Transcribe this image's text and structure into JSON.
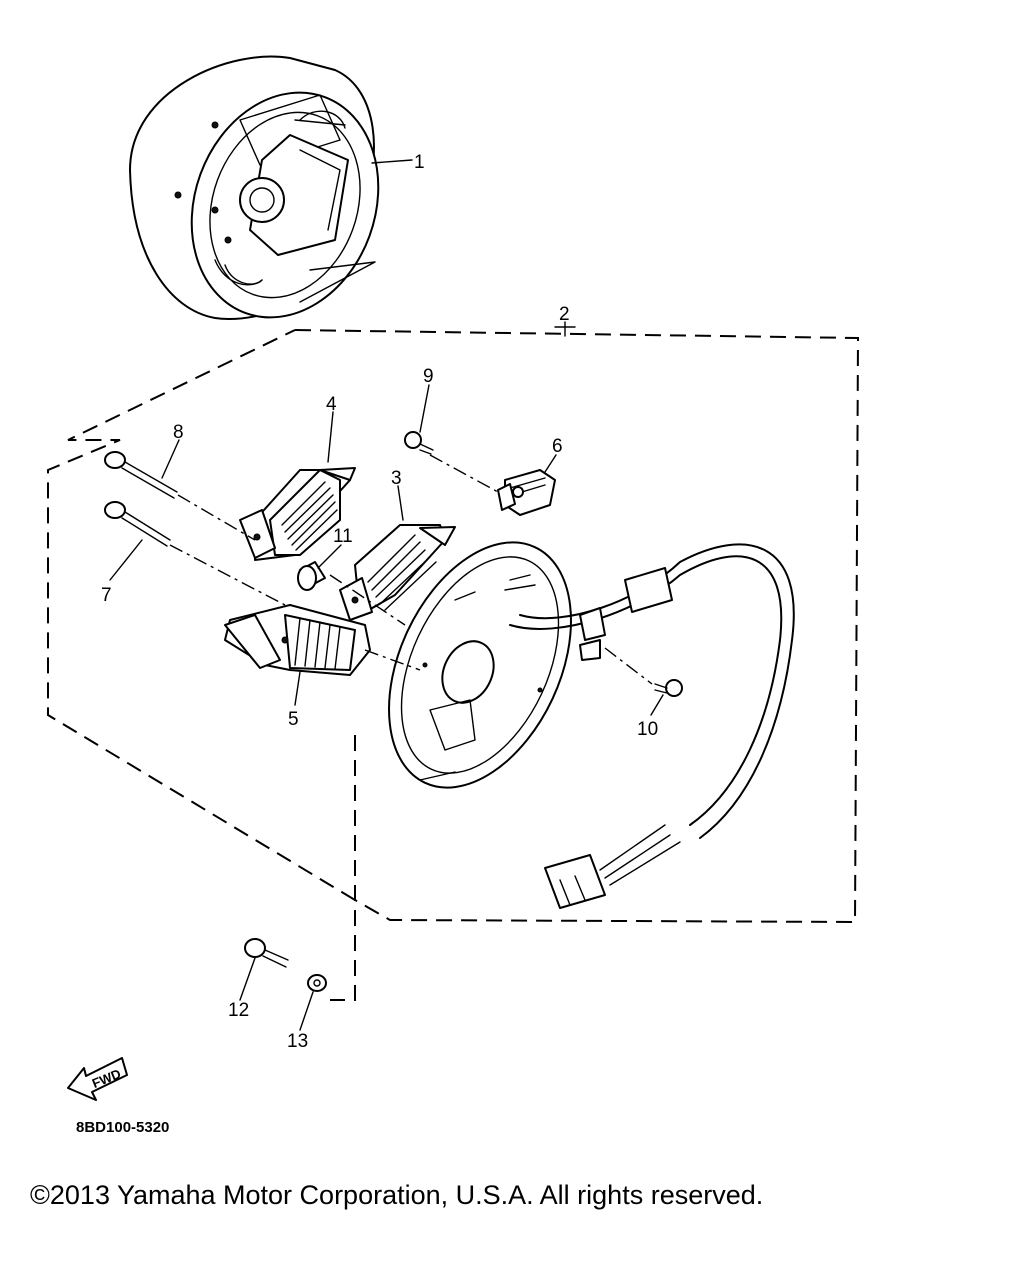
{
  "diagram": {
    "callouts": {
      "c1": "1",
      "c2": "2",
      "c3": "3",
      "c4": "4",
      "c5": "5",
      "c6": "6",
      "c7": "7",
      "c8": "8",
      "c9": "9",
      "c10": "10",
      "c11": "11",
      "c12": "12",
      "c13": "13"
    },
    "direction_arrow_text": "FWD",
    "drawing_code": "8BD100-5320"
  },
  "footer": {
    "copyright": "©2013 Yamaha Motor Corporation, U.S.A. All rights reserved."
  }
}
